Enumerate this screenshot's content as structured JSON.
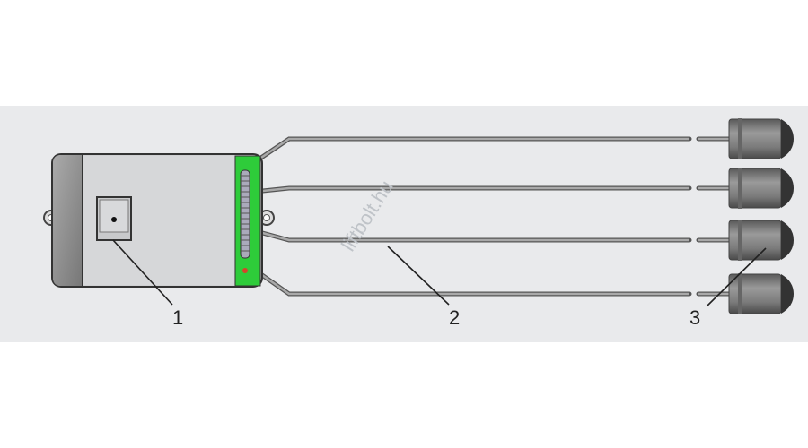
{
  "diagram": {
    "labels": [
      "1",
      "2",
      "3"
    ],
    "watermark": "liftbolt.hu",
    "sensor_count": 4,
    "colors": {
      "background_band": "#e9eaec",
      "housing": "#cfd0d2",
      "connector": "#2ecc3a",
      "cable": "#8c8c8c",
      "sensor": "#7a7a7a"
    }
  }
}
